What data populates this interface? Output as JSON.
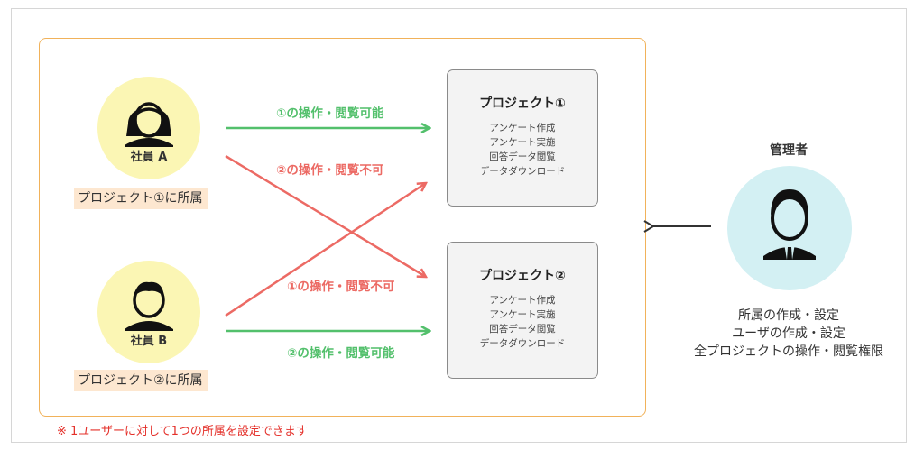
{
  "employees": [
    {
      "name": "社員 A",
      "belongs": "プロジェクト①に所属"
    },
    {
      "name": "社員 B",
      "belongs": "プロジェクト②に所属"
    }
  ],
  "projects": [
    {
      "title": "プロジェクト①",
      "items": [
        "アンケート作成",
        "アンケート実施",
        "回答データ閲覧",
        "データダウンロード"
      ]
    },
    {
      "title": "プロジェクト②",
      "items": [
        "アンケート作成",
        "アンケート実施",
        "回答データ閲覧",
        "データダウンロード"
      ]
    }
  ],
  "connections": {
    "a_to_p1": "①の操作・閲覧可能",
    "a_to_p2": "②の操作・閲覧不可",
    "b_to_p1": "①の操作・閲覧不可",
    "b_to_p2": "②の操作・閲覧可能"
  },
  "admin": {
    "title": "管理者",
    "rights": [
      "所属の作成・設定",
      "ユーザの作成・設定",
      "全プロジェクトの操作・閲覧権限"
    ]
  },
  "note": "※ 1ユーザーに対して1つの所属を設定できます",
  "colors": {
    "allowed": "#53c06c",
    "denied": "#ec6a64",
    "group_border": "#f1b25a",
    "note": "#e4302a"
  }
}
